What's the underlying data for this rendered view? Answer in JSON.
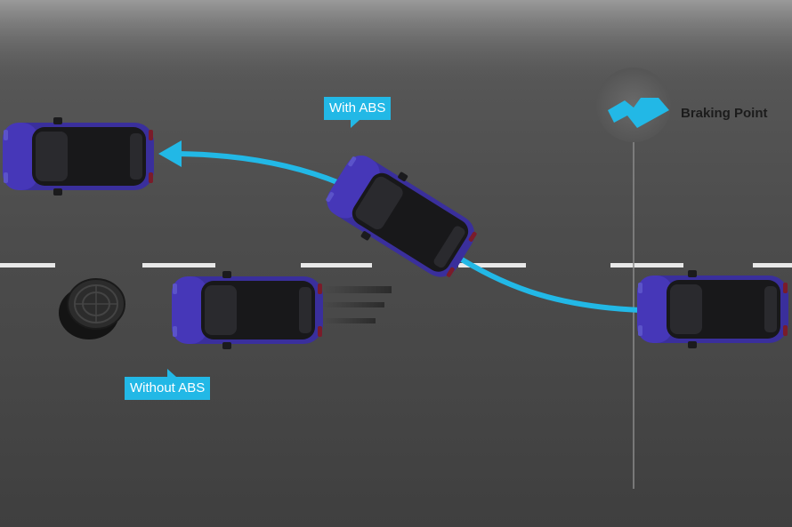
{
  "labels": {
    "with_abs": "With ABS",
    "without_abs": "Without ABS",
    "braking_point": "Braking Point"
  },
  "colors": {
    "accent": "#22b8e6",
    "car_body": "#3a2f9c",
    "car_roof": "#1b1b1d",
    "lane_marking": "#e8e8e8"
  },
  "icons": {
    "braking_point": "braking-point-icon",
    "manhole": "manhole-cover-icon"
  }
}
